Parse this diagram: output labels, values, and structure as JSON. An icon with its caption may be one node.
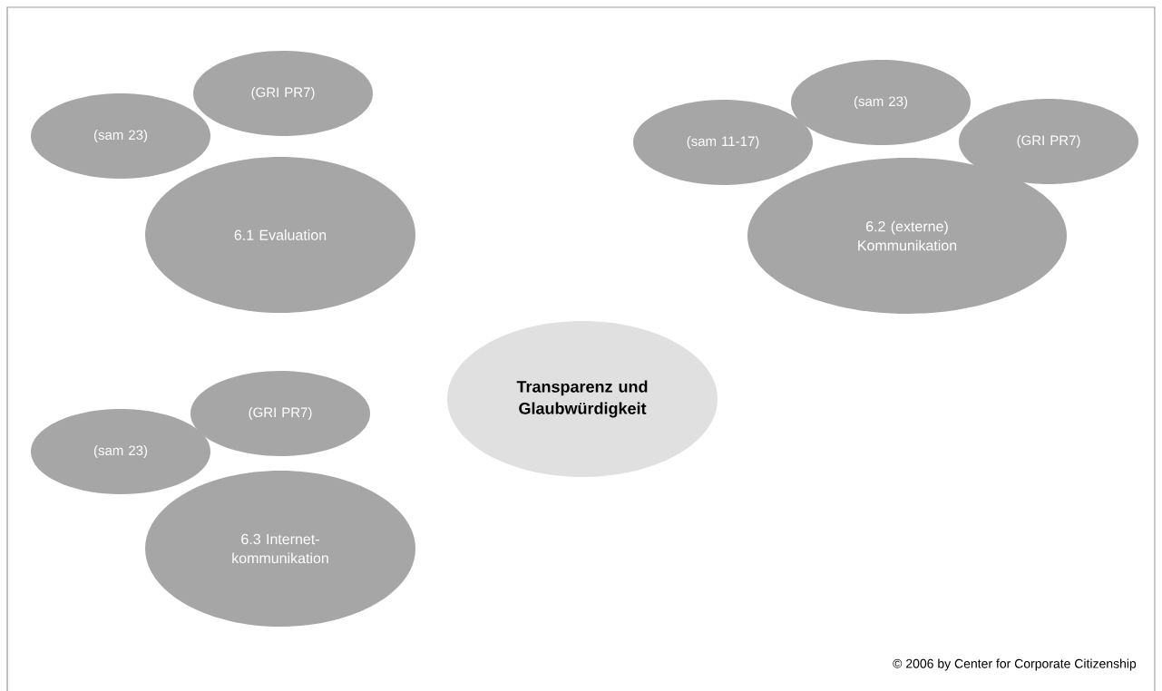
{
  "diagram": {
    "nodes": [
      {
        "text": [
          "(sam 23)"
        ]
      },
      {
        "text": [
          "(GRI PR7)"
        ]
      },
      {
        "text": [
          "6.1 Evaluation"
        ]
      },
      {
        "text": [
          "(sam 11-17)"
        ]
      },
      {
        "text": [
          "(sam 23)"
        ]
      },
      {
        "text": [
          "(GRI PR7)"
        ]
      },
      {
        "text": [
          "6.2 (externe) Kommunikation"
        ]
      },
      {
        "text": [
          "Transparenz und Glaubwürdigkeit"
        ]
      },
      {
        "text": [
          "(sam 23)"
        ]
      },
      {
        "text": [
          "(GRI PR7)"
        ]
      },
      {
        "text": [
          "6.3 Internet-kommunikation"
        ]
      }
    ],
    "labels": [
      "© 2006 by Center for Corporate Citizenship"
    ]
  }
}
